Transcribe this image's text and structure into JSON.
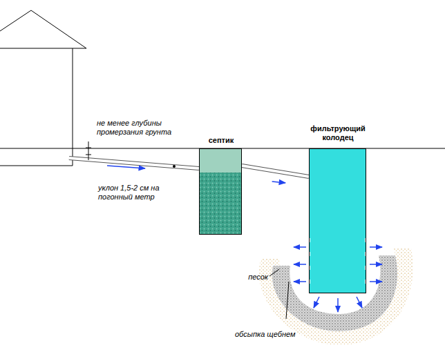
{
  "diagram": {
    "nodes": [
      {
        "text": [
          "септик"
        ]
      },
      {
        "text": [
          "фильтрующий колодец"
        ]
      }
    ],
    "edges": [
      {
        "from": 0,
        "to": 1,
        "arrow": "to"
      }
    ],
    "labels": [
      "не менее глубины промерзания грунта",
      "уклон 1,5-2 см на погонный метр",
      "песок",
      "обсыпка щебнем"
    ]
  }
}
